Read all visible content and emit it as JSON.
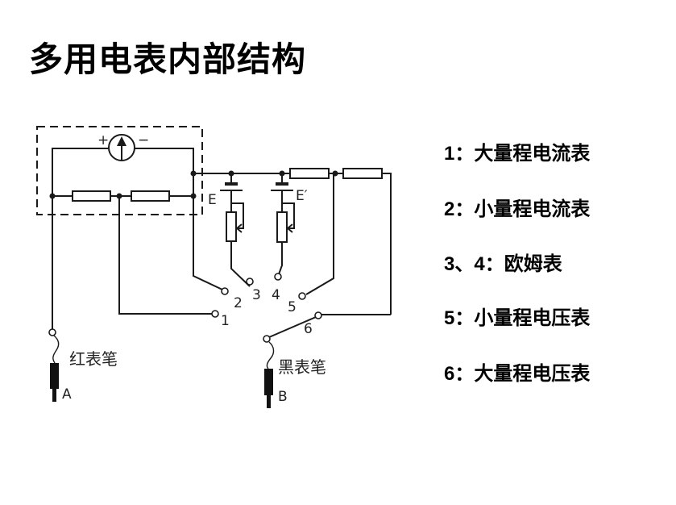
{
  "title": "多用电表内部结构",
  "diagram": {
    "meter_plus": "+",
    "meter_minus": "−",
    "battery_label_1": "E",
    "battery_label_2": "E′",
    "terminals": [
      "1",
      "2",
      "3",
      "4",
      "5",
      "6"
    ],
    "probe_red_label": "红表笔",
    "probe_red_letter": "A",
    "probe_black_label": "黑表笔",
    "probe_black_letter": "B"
  },
  "legend": [
    {
      "key": "1：",
      "text": "大量程电流表"
    },
    {
      "key": "2：",
      "text": "小量程电流表"
    },
    {
      "key": "3、4：",
      "text": "欧姆表"
    },
    {
      "key": "5：",
      "text": "小量程电压表"
    },
    {
      "key": "6：",
      "text": "大量程电压表"
    }
  ]
}
